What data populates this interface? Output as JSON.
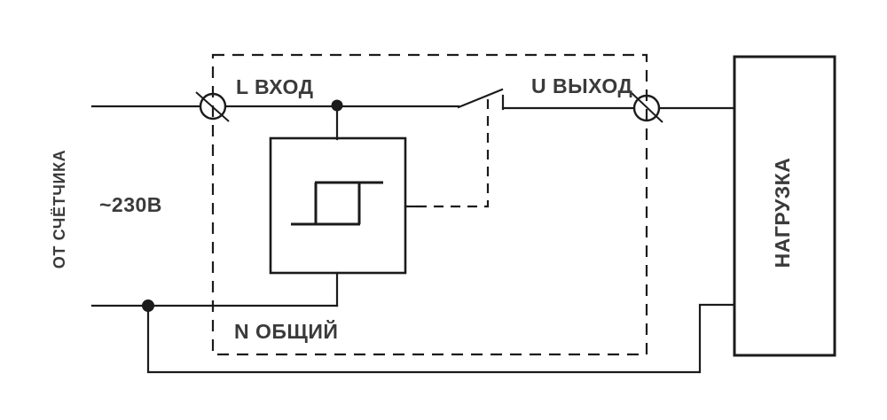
{
  "colors": {
    "line": "#1b1b1b",
    "text": "#3a3a3a",
    "background": "#ffffff"
  },
  "labels": {
    "source": "ОТ СЧЁТЧИКА",
    "voltage": "~230В",
    "line_input": "L ВХОД",
    "output": "U ВЫХОД",
    "neutral_common": "N ОБЩИЙ",
    "load": "НАГРУЗКА"
  },
  "symbols": {
    "input_terminal": "crossed-circle",
    "output_terminal": "crossed-circle",
    "switch": "open-contact",
    "relay_block": "square-with-hysteresis-loop",
    "junction": "filled-dot",
    "device_boundary": "dashed-rectangle",
    "control_link": "dashed-line"
  }
}
